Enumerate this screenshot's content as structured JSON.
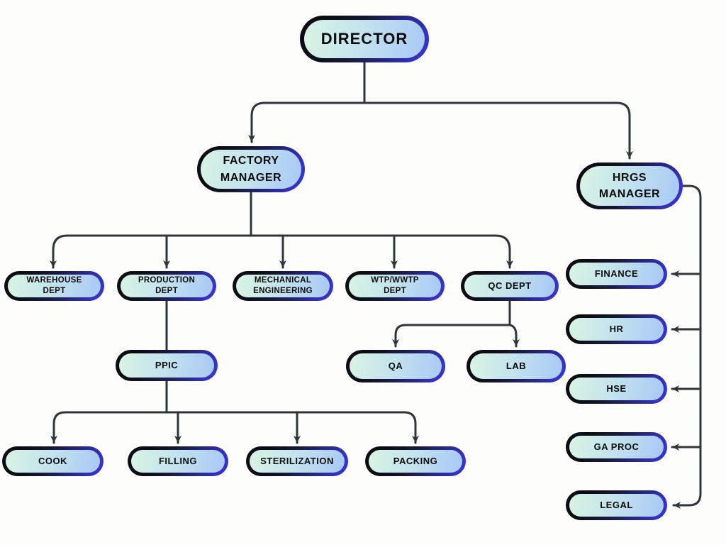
{
  "title": "Factory organizational chart",
  "palette": {
    "background": "#fdfdfc",
    "connector": "#2f353a",
    "node_fill_start": "#d9f4e3",
    "node_fill_end": "#a9c8f6",
    "node_border_start": "#0b0c14",
    "node_border_end": "#3634c8",
    "text": "#0c0c0c"
  },
  "nodes": {
    "director": {
      "label": "DIRECTOR"
    },
    "factory_manager": {
      "label": "FACTORY\nMANAGER"
    },
    "hrgs_manager": {
      "label": "HRGS\nMANAGER"
    },
    "warehouse": {
      "label": "WAREHOUSE\nDEPT"
    },
    "production": {
      "label": "PRODUCTION\nDEPT"
    },
    "mechanical": {
      "label": "MECHANICAL\nENGINEERING"
    },
    "wtp": {
      "label": "WTP/WWTP\nDEPT"
    },
    "qc": {
      "label": "QC DEPT"
    },
    "ppic": {
      "label": "PPIC"
    },
    "qa": {
      "label": "QA"
    },
    "lab": {
      "label": "LAB"
    },
    "cook": {
      "label": "COOK"
    },
    "filling": {
      "label": "FILLING"
    },
    "sterilization": {
      "label": "STERILIZATION"
    },
    "packing": {
      "label": "PACKING"
    },
    "finance": {
      "label": "FINANCE"
    },
    "hr": {
      "label": "HR"
    },
    "hse": {
      "label": "HSE"
    },
    "ga_proc": {
      "label": "GA PROC"
    },
    "legal": {
      "label": "LEGAL"
    }
  },
  "edges": [
    {
      "from": "DIRECTOR",
      "to": "FACTORY MANAGER"
    },
    {
      "from": "DIRECTOR",
      "to": "HRGS MANAGER"
    },
    {
      "from": "FACTORY MANAGER",
      "to": "WAREHOUSE DEPT"
    },
    {
      "from": "FACTORY MANAGER",
      "to": "PRODUCTION DEPT"
    },
    {
      "from": "FACTORY MANAGER",
      "to": "MECHANICAL ENGINEERING"
    },
    {
      "from": "FACTORY MANAGER",
      "to": "WTP/WWTP DEPT"
    },
    {
      "from": "FACTORY MANAGER",
      "to": "QC DEPT"
    },
    {
      "from": "PRODUCTION DEPT",
      "to": "PPIC"
    },
    {
      "from": "PPIC",
      "to": "COOK"
    },
    {
      "from": "PPIC",
      "to": "FILLING"
    },
    {
      "from": "PPIC",
      "to": "STERILIZATION"
    },
    {
      "from": "PPIC",
      "to": "PACKING"
    },
    {
      "from": "QC DEPT",
      "to": "QA"
    },
    {
      "from": "QC DEPT",
      "to": "LAB"
    },
    {
      "from": "HRGS MANAGER",
      "to": "FINANCE"
    },
    {
      "from": "HRGS MANAGER",
      "to": "HR"
    },
    {
      "from": "HRGS MANAGER",
      "to": "HSE"
    },
    {
      "from": "HRGS MANAGER",
      "to": "GA PROC"
    },
    {
      "from": "HRGS MANAGER",
      "to": "LEGAL"
    }
  ]
}
